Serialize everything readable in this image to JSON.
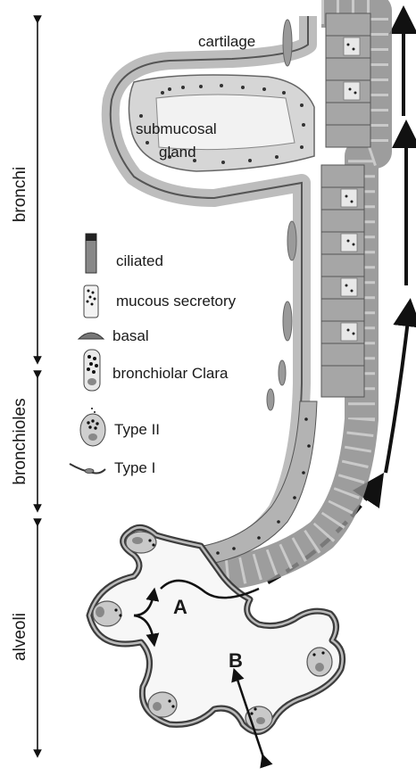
{
  "regions": {
    "bronchi": "bronchi",
    "bronchioles": "bronchioles",
    "alveoli": "alveoli"
  },
  "structures": {
    "cartilage": "cartilage",
    "gland_line1": "submucosal",
    "gland_line2": "gland"
  },
  "legend": {
    "ciliated": "ciliated",
    "mucous": "mucous secretory",
    "basal": "basal",
    "clara": "bronchiolar Clara",
    "type2": "Type II",
    "type1": "Type I"
  },
  "markers": {
    "a": "A",
    "b": "B"
  }
}
